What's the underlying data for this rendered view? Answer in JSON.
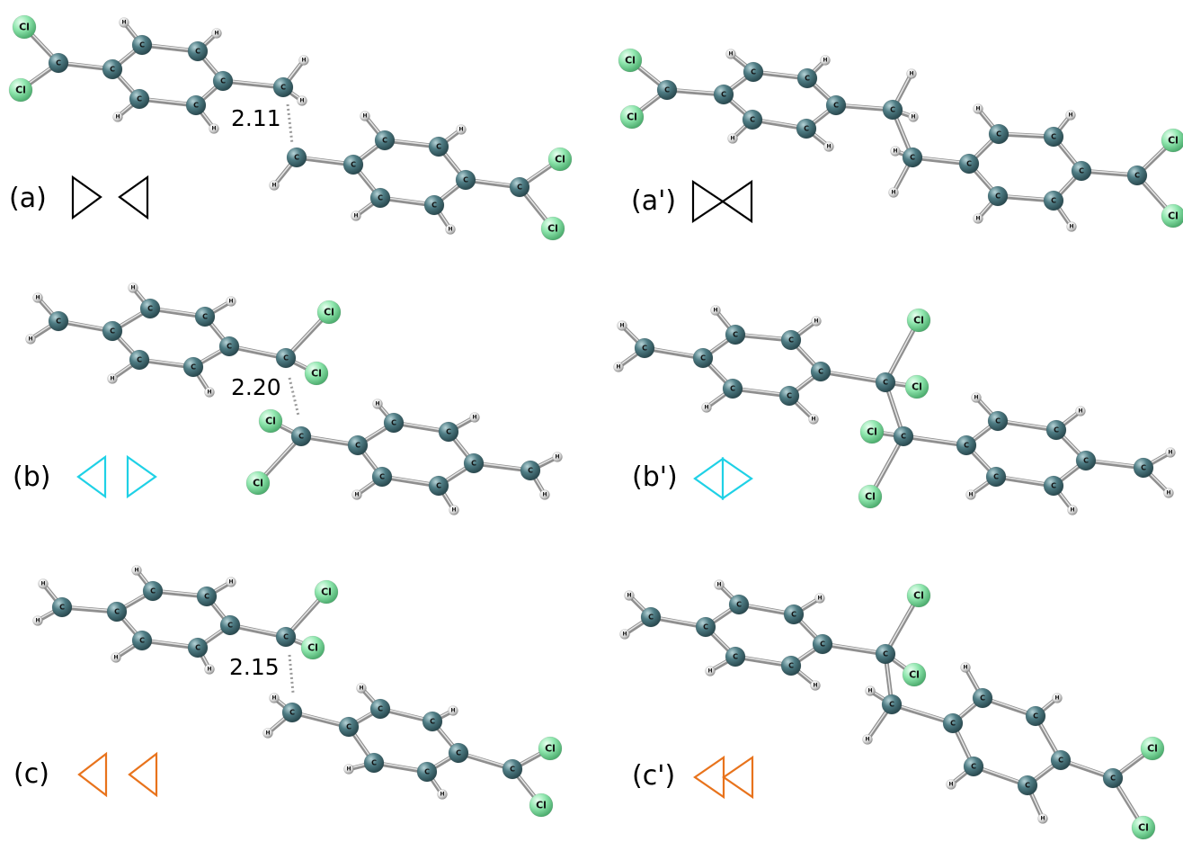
{
  "colors": {
    "carbon": "#3f6b73",
    "carbon_light": "#9cc0c6",
    "hydrogen": "#d9d9d9",
    "chlorine": "#8ee6ad",
    "chlorine_light": "#d4f8e0",
    "bond": "#8f8f8f",
    "marker_black": "#000000",
    "marker_cyan": "#1fd1e6",
    "marker_orange": "#e8731c"
  },
  "atom_symbols": {
    "C": "C",
    "H": "H",
    "Cl": "Cl"
  },
  "panels": [
    {
      "id": "a",
      "label": "(a)",
      "distance": "2.11",
      "marker": "black",
      "marker_shape": "apart-outward"
    },
    {
      "id": "a2",
      "label": "(a')",
      "distance": "",
      "marker": "black",
      "marker_shape": "touching-bowtie"
    },
    {
      "id": "b",
      "label": "(b)",
      "distance": "2.20",
      "marker": "cyan",
      "marker_shape": "apart-inward"
    },
    {
      "id": "b2",
      "label": "(b')",
      "distance": "",
      "marker": "cyan",
      "marker_shape": "touching-diamond"
    },
    {
      "id": "c",
      "label": "(c)",
      "distance": "2.15",
      "marker": "orange",
      "marker_shape": "apart-same-direction"
    },
    {
      "id": "c2",
      "label": "(c')",
      "distance": "",
      "marker": "orange",
      "marker_shape": "touching-same-direction"
    }
  ]
}
